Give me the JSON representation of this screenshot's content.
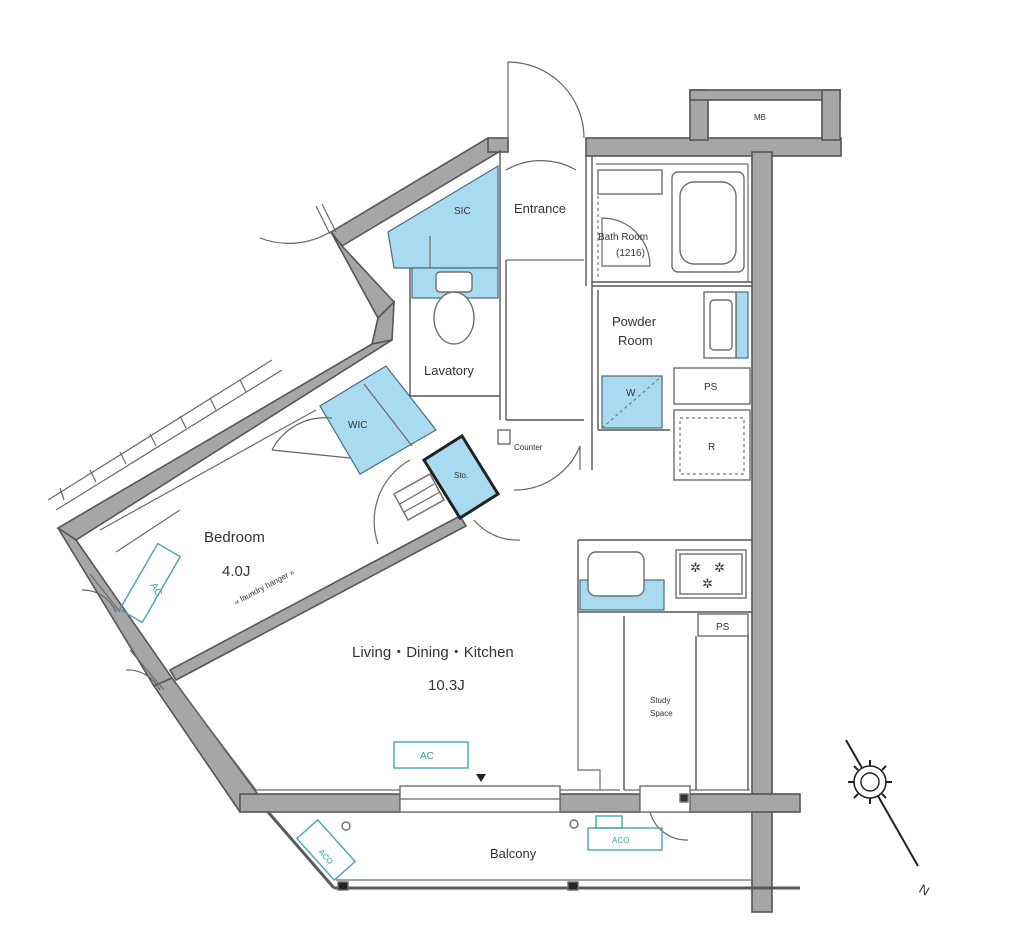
{
  "rooms": {
    "ldk": "Living・Dining・Kitchen",
    "ldk_size": "10.3J",
    "bedroom": "Bedroom",
    "bedroom_size": "4.0J",
    "entrance": "Entrance",
    "bath": "Bath Room",
    "bath_size": "(1216)",
    "powder_line1": "Powder",
    "powder_line2": "Room",
    "lavatory": "Lavatory",
    "balcony": "Balcony",
    "study_line1": "Study",
    "study_line2": "Space"
  },
  "storage": {
    "sic": "SIC",
    "wic": "WIC",
    "sto": "Sto."
  },
  "fixtures": {
    "mb": "MB",
    "ps_top": "PS",
    "ps_kitchen": "PS",
    "fridge": "R",
    "washer": "W",
    "counter": "Counter",
    "laundry_hanger": "« laundry hanger »"
  },
  "equipment": {
    "ac_bedroom": "AC",
    "ac_ldk": "AC",
    "acd_left": "ACO",
    "acd_right": "ACO"
  },
  "compass": {
    "north_label": "N"
  },
  "colors": {
    "storage_fill": "#a9dbf0",
    "wall_fill": "#a6a6a6",
    "ac_outline": "#44a7ad"
  }
}
